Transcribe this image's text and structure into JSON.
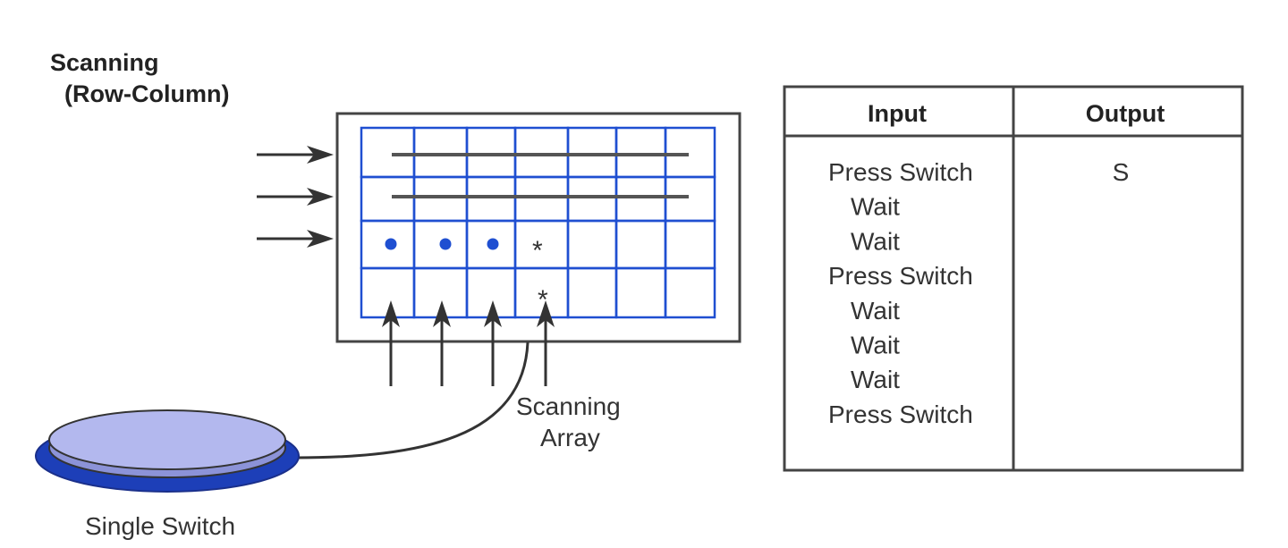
{
  "title": {
    "line1": "Scanning",
    "line2": "(Row-Column)"
  },
  "switch_label": "Single Switch",
  "array_label": {
    "line1": "Scanning",
    "line2": "Array"
  },
  "grid": {
    "rows": 4,
    "cols": 7,
    "scanned_rows": 2,
    "selected_row_dots": 3,
    "selected_marker": "*"
  },
  "table": {
    "headers": [
      "Input",
      "Output"
    ],
    "inputs": [
      "Press Switch",
      "Wait",
      "Wait",
      "Press Switch",
      "Wait",
      "Wait",
      "Wait",
      "Press Switch"
    ],
    "outputs": [
      "S"
    ]
  },
  "colors": {
    "grid_line": "#1f4fd1",
    "dot": "#1f4fd1",
    "switch_top": "#b3b8ee",
    "switch_base": "#1d3fb8",
    "line": "#333333"
  }
}
